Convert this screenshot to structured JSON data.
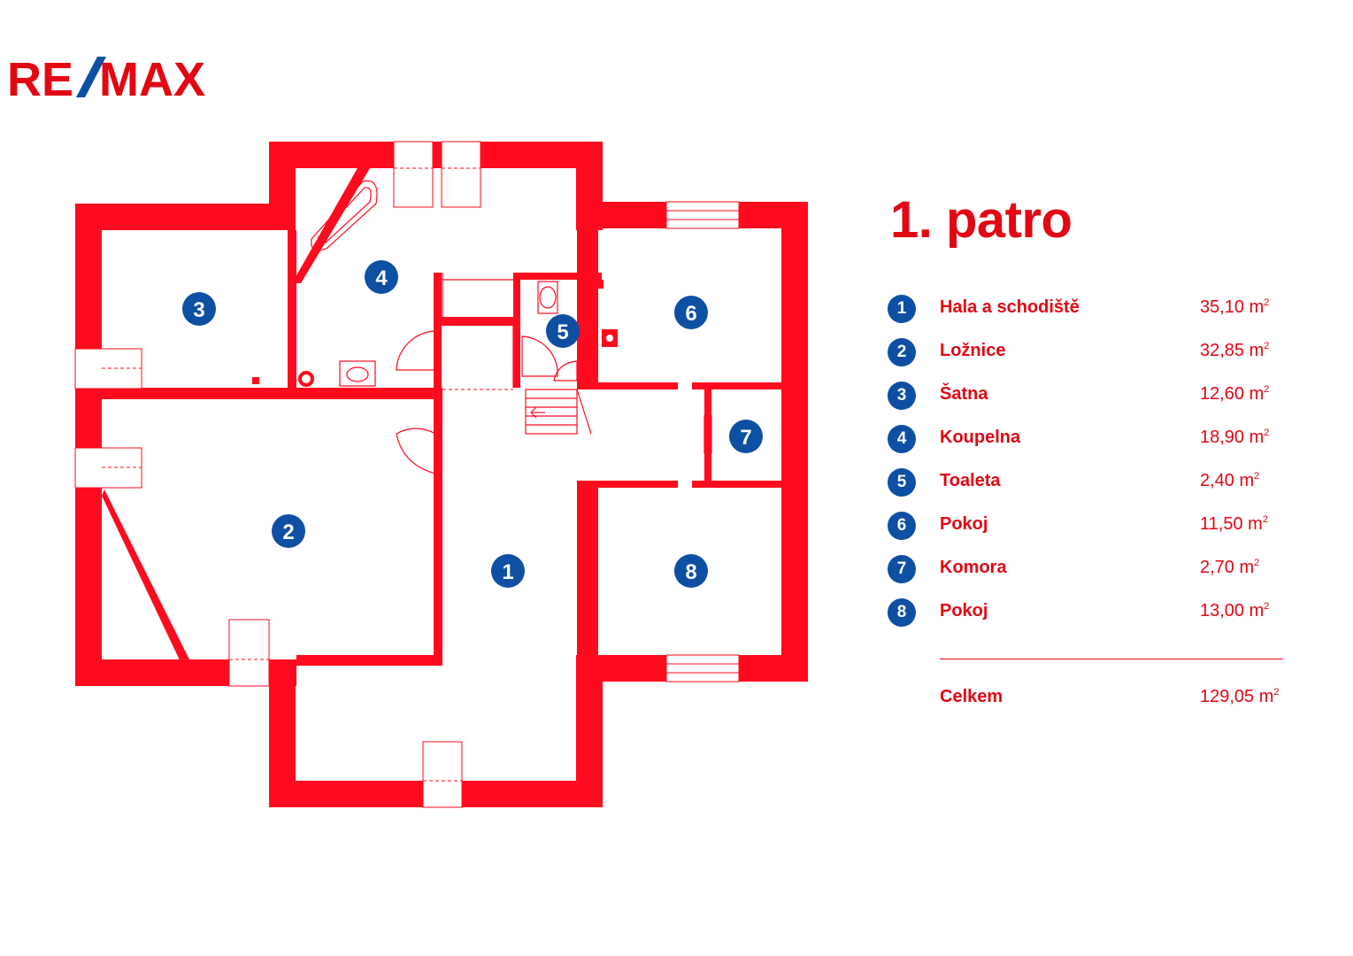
{
  "brand": {
    "logo_text_left": "RE",
    "logo_text_right": "MAX",
    "red": "#e30613",
    "blue": "#0d4fa2"
  },
  "floor_title": "1. patro",
  "area_unit": "m",
  "area_exp": "2",
  "rooms": [
    {
      "num": "1",
      "name": "Hala a schodiště",
      "area": "35,10"
    },
    {
      "num": "2",
      "name": "Ložnice",
      "area": "32,85"
    },
    {
      "num": "3",
      "name": "Šatna",
      "area": "12,60"
    },
    {
      "num": "4",
      "name": "Koupelna",
      "area": "18,90"
    },
    {
      "num": "5",
      "name": "Toaleta",
      "area": "2,40"
    },
    {
      "num": "6",
      "name": "Pokoj",
      "area": "11,50"
    },
    {
      "num": "7",
      "name": "Komora",
      "area": "2,70"
    },
    {
      "num": "8",
      "name": "Pokoj",
      "area": "13,00"
    }
  ],
  "total": {
    "label": "Celkem",
    "area": "129,05"
  }
}
